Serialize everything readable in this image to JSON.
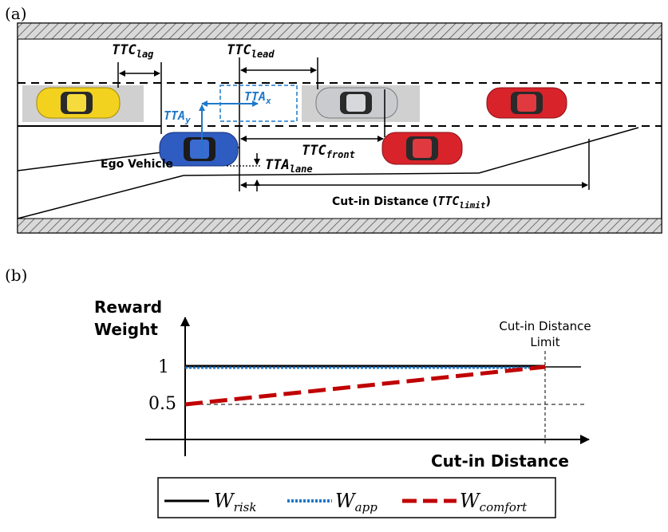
{
  "panel_a": {
    "label": "(a)",
    "ttc_lag": "TTC",
    "ttc_lag_sub": "lag",
    "ttc_lead": "TTC",
    "ttc_lead_sub": "lead",
    "tta_x": "TTA",
    "tta_x_sub": "x",
    "tta_y": "TTA",
    "tta_y_sub": "y",
    "ttc_front": "TTC",
    "ttc_front_sub": "front",
    "tta_lane": "TTA",
    "tta_lane_sub": "lane",
    "ego_label": "Ego Vehicle",
    "cutin_label": "Cut-in Distance (",
    "cutin_ttc": "TTC",
    "cutin_ttc_sub": "limit",
    "cutin_close": ")"
  },
  "panel_b": {
    "label": "(b)",
    "ylabel_line1": "Reward",
    "ylabel_line2": "Weight",
    "tick_1": "1",
    "tick_05": "0.5",
    "limit_line1": "Cut-in Distance",
    "limit_line2": "Limit",
    "xlabel": "Cut-in Distance",
    "legend": [
      {
        "name": "W",
        "sub": "risk"
      },
      {
        "name": "W",
        "sub": "app"
      },
      {
        "name": "W",
        "sub": "comfort"
      }
    ]
  },
  "colors": {
    "blue_annot": "#1f78c8",
    "risk": "#000000",
    "app": "#1f78c8",
    "comfort": "#c00000",
    "ego_car": "#2f5cc0",
    "yellow_car": "#f2d21e",
    "silver_car": "#c9cbcf",
    "red_car": "#d8232a"
  }
}
